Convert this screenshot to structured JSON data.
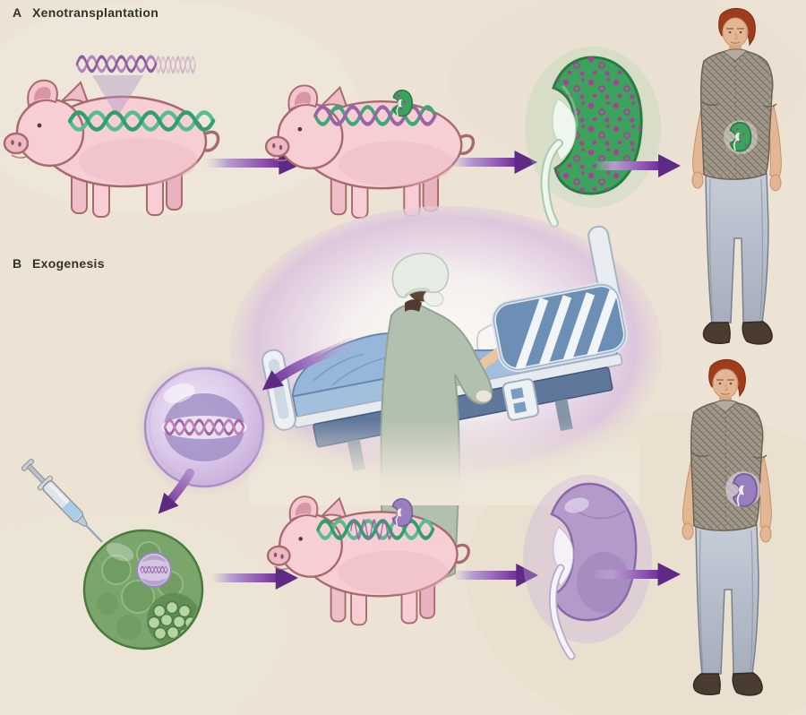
{
  "panels": [
    {
      "letter": "A",
      "title": "Xenotransplantation"
    },
    {
      "letter": "B",
      "title": "Exogenesis"
    }
  ],
  "colors": {
    "background": "#ece3d4",
    "arrow_purple": "#5e2a86",
    "arrow_shaft": "#7a3fa4",
    "pig_pink": "#f6ced4",
    "pig_outline": "#a96a6e",
    "dna_green": "#2f9f6b",
    "dna_purple": "#9a64a8",
    "kidney_green": "#3ba35b",
    "kidney_purple": "#b39ac9",
    "kidney_dots_magenta": "#b23a9c",
    "cell_lavender": "#d6c4e5",
    "embryo_green": "#7aa56b",
    "scrubs_green": "#b1c0af",
    "bed_blue": "#96b7da",
    "patient_hair_red": "#b0532c",
    "man_hair_red": "#9e3c1c"
  },
  "icons": {
    "pig": "pig-side-view",
    "dna": "double-helix",
    "kidney": "kidney-bean",
    "cell": "cell-with-nucleus",
    "embryo": "blastocyst",
    "syringe": "injection-syringe",
    "arrow": "purple-flow-arrow",
    "hospital": "patient-in-bed-with-surgeon",
    "man": "standing-man"
  }
}
